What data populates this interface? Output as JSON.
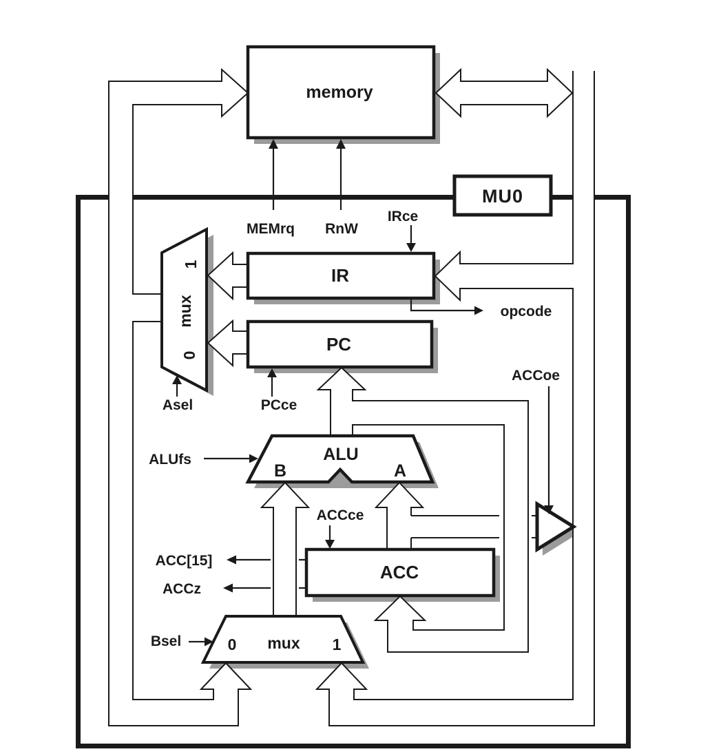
{
  "chip": {
    "label": "MU0"
  },
  "blocks": {
    "memory": "memory",
    "ir": "IR",
    "pc": "PC",
    "acc": "ACC",
    "alu": "ALU",
    "alu_b": "B",
    "alu_a": "A",
    "amux": {
      "label": "mux",
      "in1": "1",
      "in0": "0"
    },
    "bmux": {
      "label": "mux",
      "in0": "0",
      "in1": "1"
    }
  },
  "signals": {
    "memrq": "MEMrq",
    "rnw": "RnW",
    "irce": "IRce",
    "pcce": "PCce",
    "asel": "Asel",
    "alufs": "ALUfs",
    "accce": "ACCce",
    "accoe": "ACCoe",
    "bsel": "Bsel",
    "opcode": "opcode",
    "acc15": "ACC[15]",
    "accz": "ACCz"
  },
  "colors": {
    "ink": "#1a1a1a",
    "shadow": "#9b9b9b",
    "background": "#ffffff"
  }
}
